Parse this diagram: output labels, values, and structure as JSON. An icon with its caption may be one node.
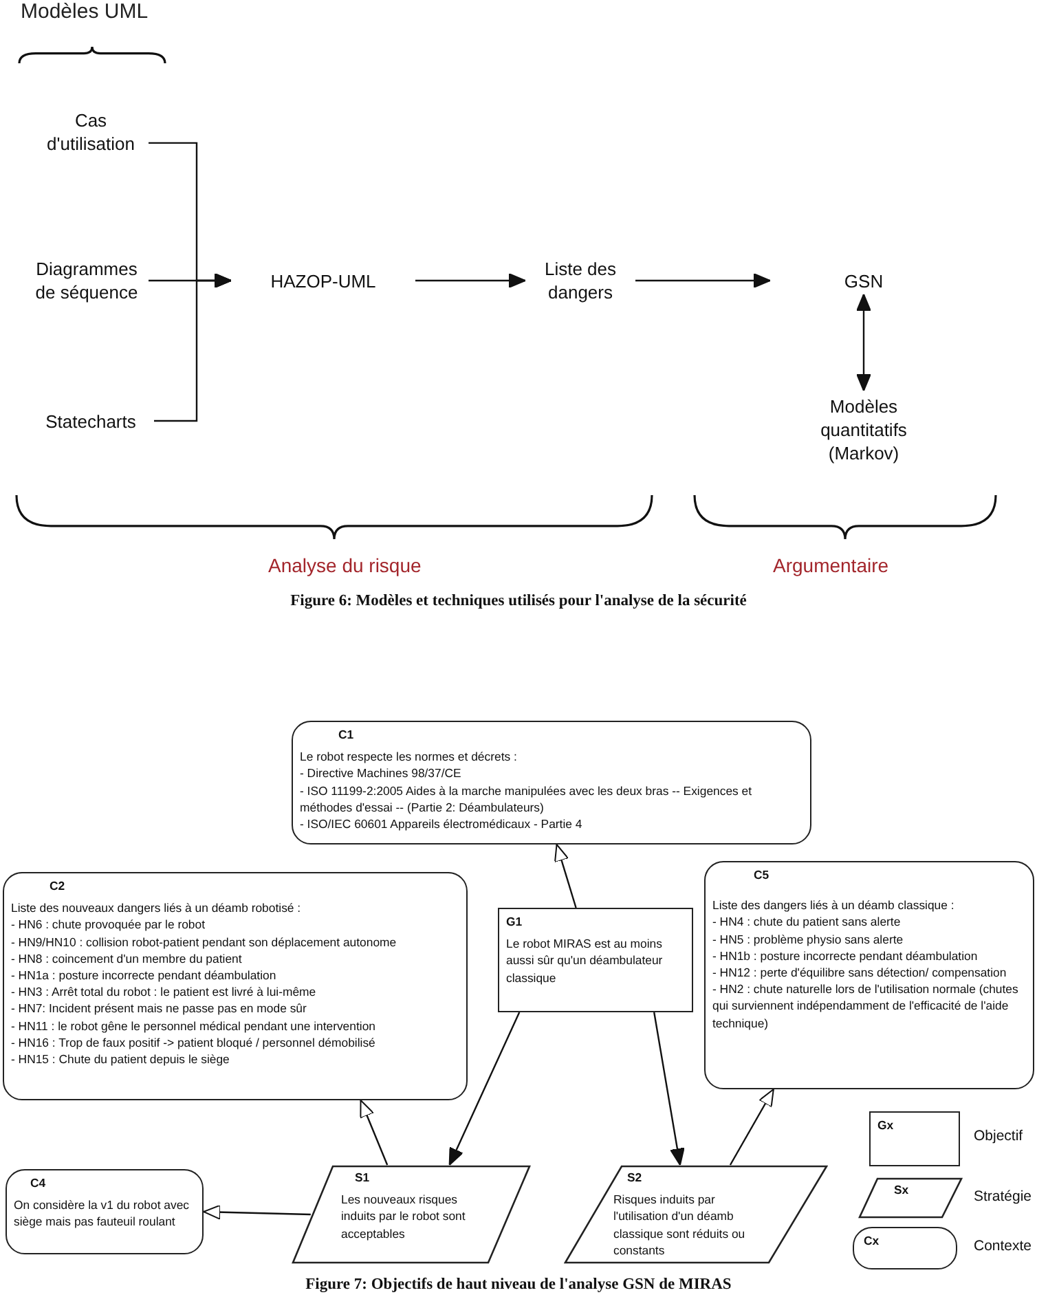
{
  "diagram": {
    "nodes": [
      {
        "text": [
          "Cas d'utilisation"
        ]
      },
      {
        "text": [
          "Diagrammes de séquence"
        ]
      },
      {
        "text": [
          "Statecharts"
        ]
      },
      {
        "text": [
          "HAZOP-UML"
        ]
      },
      {
        "text": [
          "Liste des dangers"
        ]
      },
      {
        "text": [
          "GSN"
        ]
      },
      {
        "text": [
          "Modèles quantitatifs (Markov)"
        ]
      },
      {
        "text": [
          "C1",
          "Le robot respecte les normes et décrets :",
          "- Directive Machines 98/37/CE",
          "- ISO 11199-2:2005 Aides à la marche manipulées avec les deux bras -- Exigences et méthodes d'essai -- (Partie 2: Déambulateurs)",
          "- ISO/IEC 60601 Appareils électromédicaux - Partie 4"
        ]
      },
      {
        "text": [
          "C2",
          "Liste des nouveaux dangers liés à un déamb robotisé :",
          "- HN6 : chute provoquée par le robot",
          "- HN9/HN10 : collision robot-patient pendant son déplacement autonome",
          "- HN8 : coincement d'un membre du patient",
          "- HN1a : posture incorrecte pendant déambulation",
          "- HN3 : Arrêt total du robot : le patient est livré à lui-même",
          "- HN7: Incident présent mais ne passe pas en mode sûr",
          "- HN11 : le robot gêne le personnel médical pendant une intervention",
          "- HN16 : Trop de faux positif -> patient bloqué / personnel démobilisé",
          "- HN15 : Chute du patient depuis le siège"
        ]
      },
      {
        "text": [
          "G1",
          "Le robot MIRAS est au moins aussi sûr qu'un déambulateur classique"
        ]
      },
      {
        "text": [
          "C5",
          "Liste des dangers liés à un déamb classique :",
          "- HN4 : chute du patient sans alerte",
          "- HN5 : problème physio sans alerte",
          "- HN1b : posture incorrecte pendant déambulation",
          "- HN12 : perte d'équilibre sans détection/ compensation",
          "- HN2 : chute naturelle lors de l'utilisation normale (chutes qui surviennent indépendamment de l'efficacité de l'aide technique)"
        ]
      },
      {
        "text": [
          "C4",
          "On considère la v1 du robot avec siège mais pas fauteuil roulant"
        ]
      },
      {
        "text": [
          "S1",
          "Les nouveaux risques induits par le robot sont acceptables"
        ]
      },
      {
        "text": [
          "S2",
          "Risques induits par l'utilisation d'un déamb classique sont réduits ou constants"
        ]
      },
      {
        "text": [
          "Gx"
        ],
        "beside": [
          "Objectif"
        ]
      },
      {
        "text": [
          "Sx"
        ],
        "beside": [
          "Stratégie"
        ]
      },
      {
        "text": [
          "Cx"
        ],
        "beside": [
          "Contexte"
        ]
      }
    ],
    "edges": [
      {
        "from": 0,
        "to": 3,
        "arrow": "to"
      },
      {
        "from": 1,
        "to": 3,
        "arrow": "to"
      },
      {
        "from": 2,
        "to": 3,
        "arrow": "to"
      },
      {
        "from": 3,
        "to": 4,
        "arrow": "to"
      },
      {
        "from": 4,
        "to": 5,
        "arrow": "to"
      },
      {
        "from": 5,
        "to": 6,
        "arrow": "both"
      },
      {
        "from": 9,
        "to": 7,
        "arrow": "to"
      },
      {
        "from": 9,
        "to": 12,
        "arrow": "to"
      },
      {
        "from": 9,
        "to": 13,
        "arrow": "to"
      },
      {
        "from": 12,
        "to": 8,
        "arrow": "to"
      },
      {
        "from": 12,
        "to": 11,
        "arrow": "to"
      },
      {
        "from": 13,
        "to": 10,
        "arrow": "to"
      }
    ],
    "labels": [
      "Modèles UML",
      "Analyse du risque",
      "Argumentaire",
      "Figure 6: Modèles et techniques utilisés pour l'analyse de la sécurité",
      "Figure 7: Objectifs de haut niveau de l'analyse GSN de MIRAS"
    ]
  }
}
